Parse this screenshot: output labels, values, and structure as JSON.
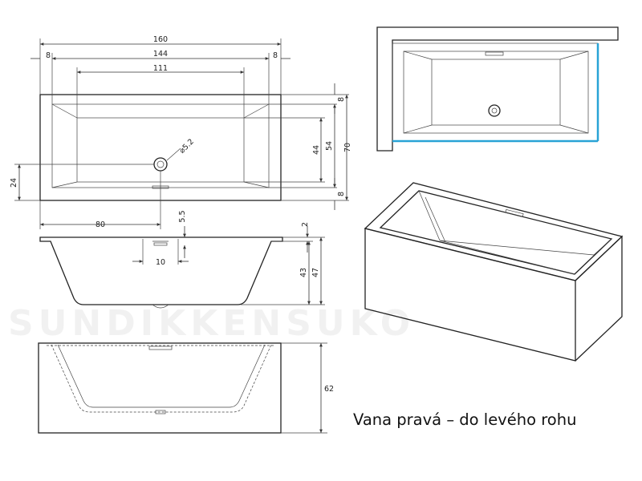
{
  "caption": "Vana pravá – do levého rohu",
  "watermark": "SUNDIKKENSUKO",
  "dimensions": {
    "overall_length": "160",
    "inner_length": "144",
    "bottom_length": "111",
    "rim_left": "8",
    "rim_right": "8",
    "rim_top": "8",
    "rim_bottom": "8",
    "inner_width": "54",
    "bottom_width": "44",
    "overall_width": "70",
    "drain_offset_side": "24",
    "drain_offset_end": "80",
    "drain_diameter": "⌀5.2",
    "rim_thickness": "2",
    "drain_depth": "5.5",
    "drain_width": "10",
    "inner_depth": "43",
    "total_depth": "47",
    "apron_height": "62"
  },
  "accent_color": "#29a3d6"
}
